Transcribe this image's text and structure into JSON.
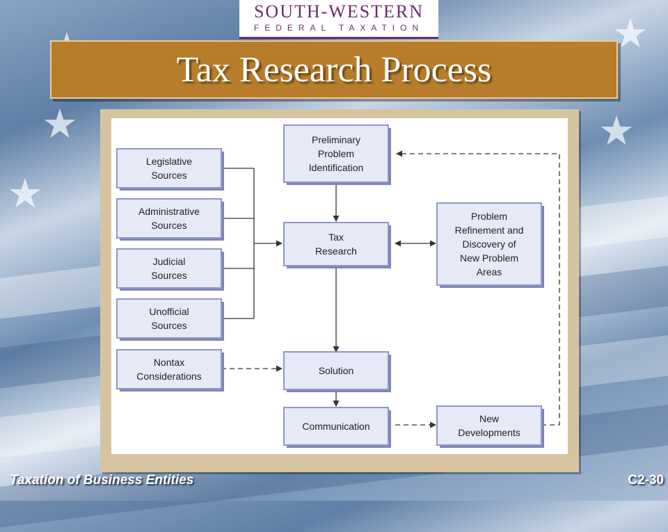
{
  "logo": {
    "line1": "SOUTH-WESTERN",
    "line2": "FEDERAL TAXATION",
    "color": "#6b2c6a"
  },
  "slide": {
    "title": "Tax Research Process",
    "title_bar_color": "#b77d2a"
  },
  "diagram": {
    "box_fill": "#e6e9f6",
    "box_border": "#8f97c4",
    "boxes": {
      "legislative": [
        "Legislative",
        "Sources"
      ],
      "administrative": [
        "Administrative",
        "Sources"
      ],
      "judicial": [
        "Judicial",
        "Sources"
      ],
      "unofficial": [
        "Unofficial",
        "Sources"
      ],
      "nontax": [
        "Nontax",
        "Considerations"
      ],
      "preliminary": [
        "Preliminary",
        "Problem",
        "Identification"
      ],
      "tax_research": [
        "Tax",
        "Research"
      ],
      "solution": [
        "Solution"
      ],
      "communication": [
        "Communication"
      ],
      "refinement": [
        "Problem",
        "Refinement and",
        "Discovery of",
        "New Problem",
        "Areas"
      ],
      "new_developments": [
        "New",
        "Developments"
      ]
    }
  },
  "footer": {
    "left": "Taxation of Business Entities",
    "right": "C2-30"
  }
}
